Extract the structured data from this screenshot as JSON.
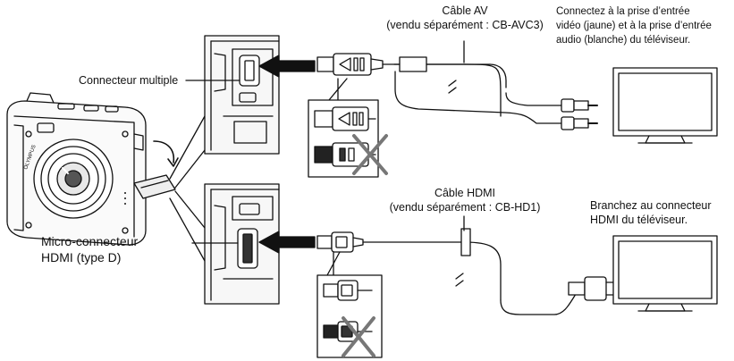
{
  "av": {
    "cable_title": "Câble AV",
    "cable_note": "(vendu séparément : CB-AVC3)",
    "tv_line1": "Connectez à la prise d’entrée",
    "tv_line2": "vidéo (jaune) et à la prise d’entrée",
    "tv_line3": "audio (blanche) du téléviseur.",
    "port_label": "Connecteur multiple"
  },
  "hdmi": {
    "cable_title": "Câble HDMI",
    "cable_note": "(vendu séparément : CB-HD1)",
    "tv_line1": "Branchez au connecteur",
    "tv_line2": "HDMI du téléviseur.",
    "port_line1": "Micro-connecteur",
    "port_line2": "HDMI (type D)"
  },
  "camera": {
    "brand": "OLYMPUS"
  }
}
